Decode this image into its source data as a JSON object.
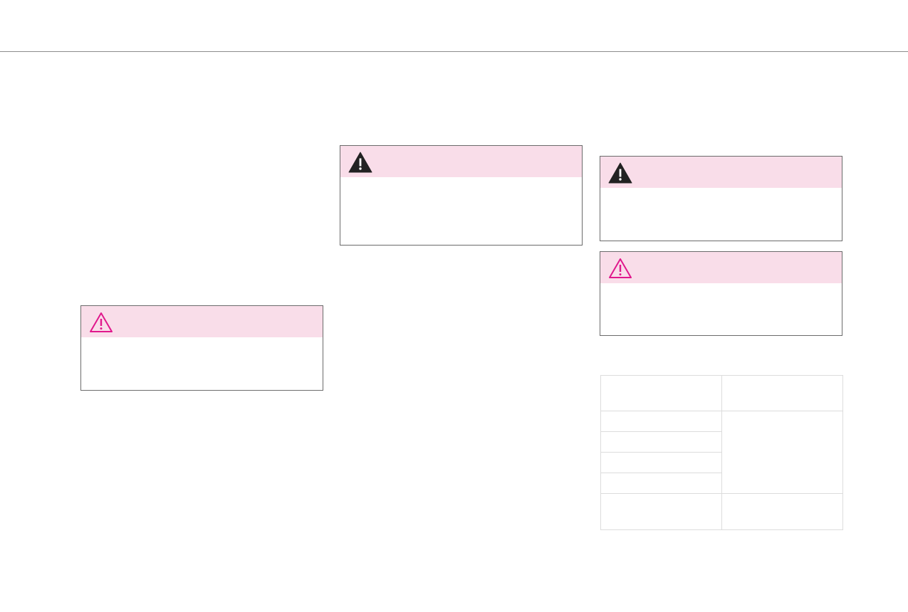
{
  "page": {
    "accent_color": "#f9dde9",
    "warning_icon_color": "#e0188c",
    "danger_icon_color": "#222222"
  },
  "notices": [
    {
      "kind": "warning",
      "icon": "warning-outline-icon",
      "text": ""
    },
    {
      "kind": "danger",
      "icon": "warning-filled-icon",
      "text": ""
    },
    {
      "kind": "danger",
      "icon": "warning-filled-icon",
      "text": ""
    },
    {
      "kind": "warning",
      "icon": "warning-outline-icon",
      "text": ""
    }
  ],
  "spec_table": {
    "header": [
      "",
      ""
    ],
    "rows": [
      [
        "",
        ""
      ],
      [
        ""
      ],
      [
        ""
      ],
      [
        ""
      ],
      [
        "",
        ""
      ]
    ]
  }
}
